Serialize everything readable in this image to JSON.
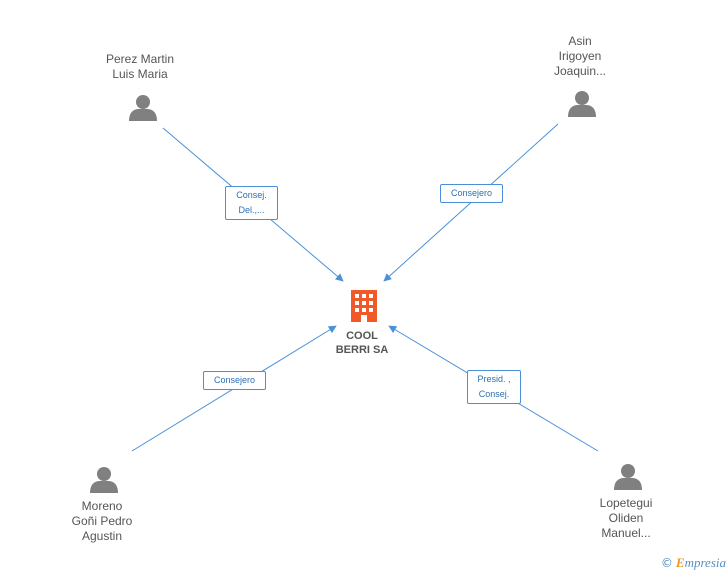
{
  "company": {
    "name_lines": [
      "COOL",
      "BERRI SA"
    ],
    "icon": "building-icon",
    "icon_color": "#f05a28"
  },
  "people": [
    {
      "id": "perez",
      "name_lines": [
        "Perez Martin",
        "Luis Maria"
      ],
      "icon": "person-icon"
    },
    {
      "id": "asin",
      "name_lines": [
        "Asin",
        "Irigoyen",
        "Joaquin..."
      ],
      "icon": "person-icon"
    },
    {
      "id": "moreno",
      "name_lines": [
        "Moreno",
        "Goñi Pedro",
        "Agustin"
      ],
      "icon": "person-icon"
    },
    {
      "id": "lopetegui",
      "name_lines": [
        "Lopetegui",
        "Oliden",
        "Manuel..."
      ],
      "icon": "person-icon"
    }
  ],
  "relations": [
    {
      "from": "perez",
      "label_lines": [
        "Consej.",
        "Del.,..."
      ]
    },
    {
      "from": "asin",
      "label_lines": [
        "Consejero"
      ]
    },
    {
      "from": "moreno",
      "label_lines": [
        "Consejero"
      ]
    },
    {
      "from": "lopetegui",
      "label_lines": [
        "Presid. ,",
        "Consej."
      ]
    }
  ],
  "colors": {
    "edge": "#4a90d9",
    "person_icon": "#808080",
    "label_text": "#2e6fb3"
  },
  "footer": {
    "copyright_symbol": "©",
    "brand_initial": "E",
    "brand_rest": "mpresia"
  }
}
